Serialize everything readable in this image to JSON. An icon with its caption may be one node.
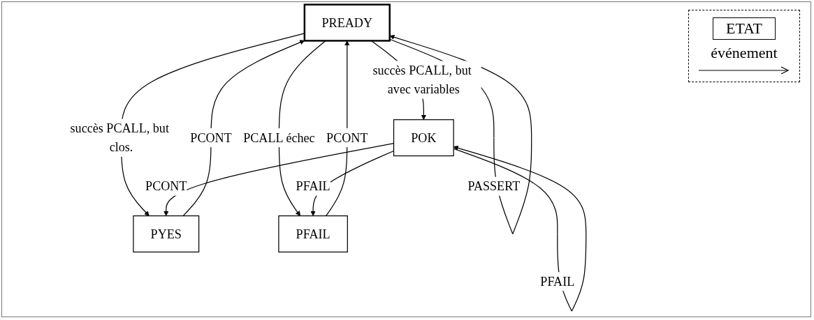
{
  "diagram": {
    "nodes": [
      {
        "text": [
          "PREADY"
        ]
      },
      {
        "text": [
          "PYES"
        ]
      },
      {
        "text": [
          "POK"
        ]
      },
      {
        "text": [
          "PFAIL"
        ]
      }
    ],
    "edges": [
      {
        "from": 0,
        "to": 0,
        "arrow": "to",
        "label": "PASSERT"
      },
      {
        "from": 0,
        "to": 1,
        "arrow": "to",
        "label": "succès PCALL, but clos."
      },
      {
        "from": 1,
        "to": 0,
        "arrow": "to",
        "label": "PCONT"
      },
      {
        "from": 0,
        "to": 2,
        "arrow": "to",
        "label": "succès PCALL, but avec variables"
      },
      {
        "from": 0,
        "to": 3,
        "arrow": "to",
        "label": "PCALL échec"
      },
      {
        "from": 3,
        "to": 0,
        "arrow": "to",
        "label": "PCONT"
      },
      {
        "from": 2,
        "to": 1,
        "arrow": "to",
        "label": "PCONT"
      },
      {
        "from": 2,
        "to": 3,
        "arrow": "to",
        "label": "PFAIL"
      },
      {
        "from": 2,
        "to": 2,
        "arrow": "to",
        "label": "PFAIL"
      }
    ],
    "legend": [
      {
        "text": "ETAT"
      },
      {
        "text": "événement"
      }
    ]
  }
}
